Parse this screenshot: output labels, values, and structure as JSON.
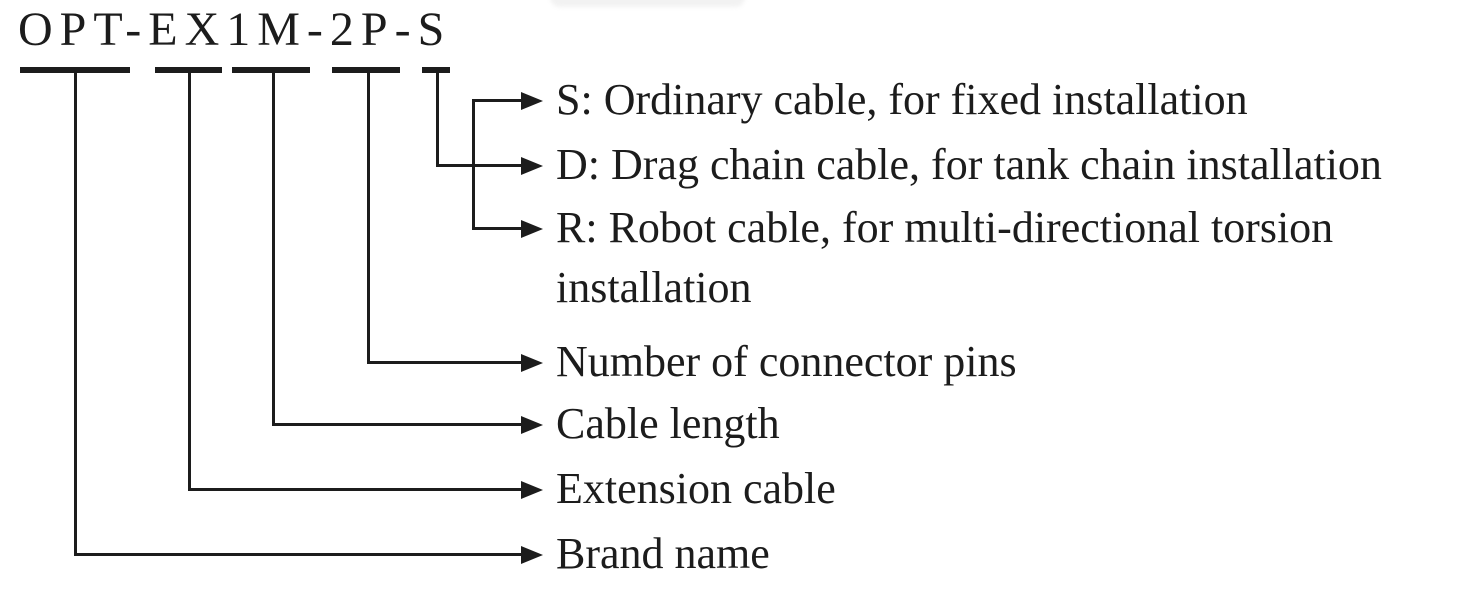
{
  "diagram": {
    "background_color": "#ffffff",
    "ink_color": "#1c1c1c",
    "code": {
      "text": "OPT-EX1M-2P-S",
      "segments": [
        "OPT",
        "EX",
        "1M",
        "2P",
        "S"
      ],
      "separator": "-"
    },
    "cable_type_branch": {
      "s_label": "S: Ordinary cable, for fixed installation",
      "d_label": "D: Drag chain cable, for tank chain installation",
      "r_label_line1": "R: Robot cable, for multi-directional torsion",
      "r_label_line2": "installation"
    },
    "callouts": {
      "pins_label": "Number of connector pins",
      "cable_length_label": "Cable length",
      "extension_label": "Extension cable",
      "brand_label": "Brand name"
    }
  }
}
